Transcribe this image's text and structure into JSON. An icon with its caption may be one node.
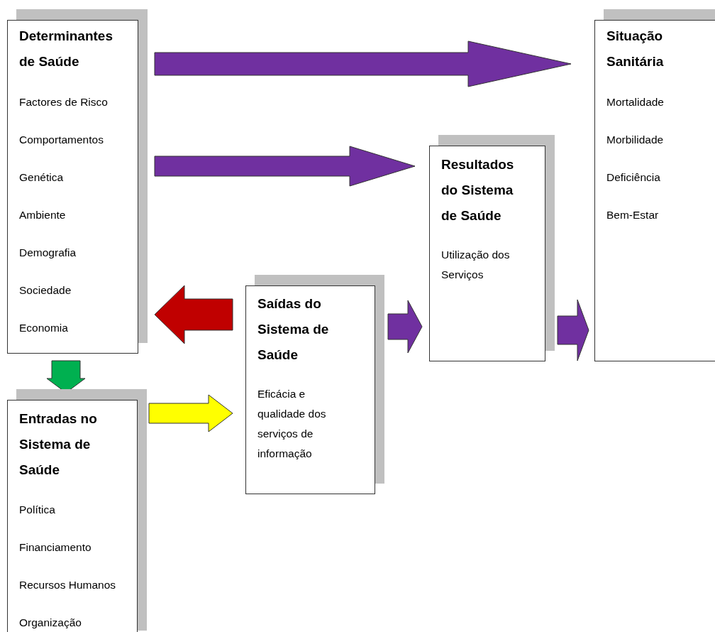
{
  "diagram": {
    "nodes": [
      {
        "text": [
          "Determinantes de Saúde",
          "Factores de Risco",
          "Comportamentos",
          "Genética",
          "Ambiente",
          "Demografia",
          "Sociedade",
          "Economia"
        ]
      },
      {
        "text": [
          "Situação Sanitária",
          "Mortalidade",
          "Morbilidade",
          "Deficiência",
          "Bem-Estar"
        ]
      },
      {
        "text": [
          "Resultados do Sistema de Saúde",
          "Utilização dos Serviços"
        ]
      },
      {
        "text": [
          "Saídas do Sistema de Saúde",
          "Eficácia e qualidade dos serviços de informação"
        ]
      },
      {
        "text": [
          "Entradas no Sistema de Saúde",
          "Política",
          "Financiamento",
          "Recursos Humanos",
          "Organização"
        ]
      }
    ],
    "edges": [
      {
        "from": 0,
        "to": 1,
        "arrow": "to"
      },
      {
        "from": 0,
        "to": 2,
        "arrow": "to"
      },
      {
        "from": 3,
        "to": 0,
        "arrow": "to",
        "color": "#c00000"
      },
      {
        "from": 0,
        "to": 4,
        "arrow": "to",
        "color": "#00b050"
      },
      {
        "from": 4,
        "to": 3,
        "arrow": "to",
        "color": "#ffff00"
      },
      {
        "from": 3,
        "to": 2,
        "arrow": "to"
      },
      {
        "from": 2,
        "to": 1,
        "arrow": "to"
      }
    ]
  }
}
